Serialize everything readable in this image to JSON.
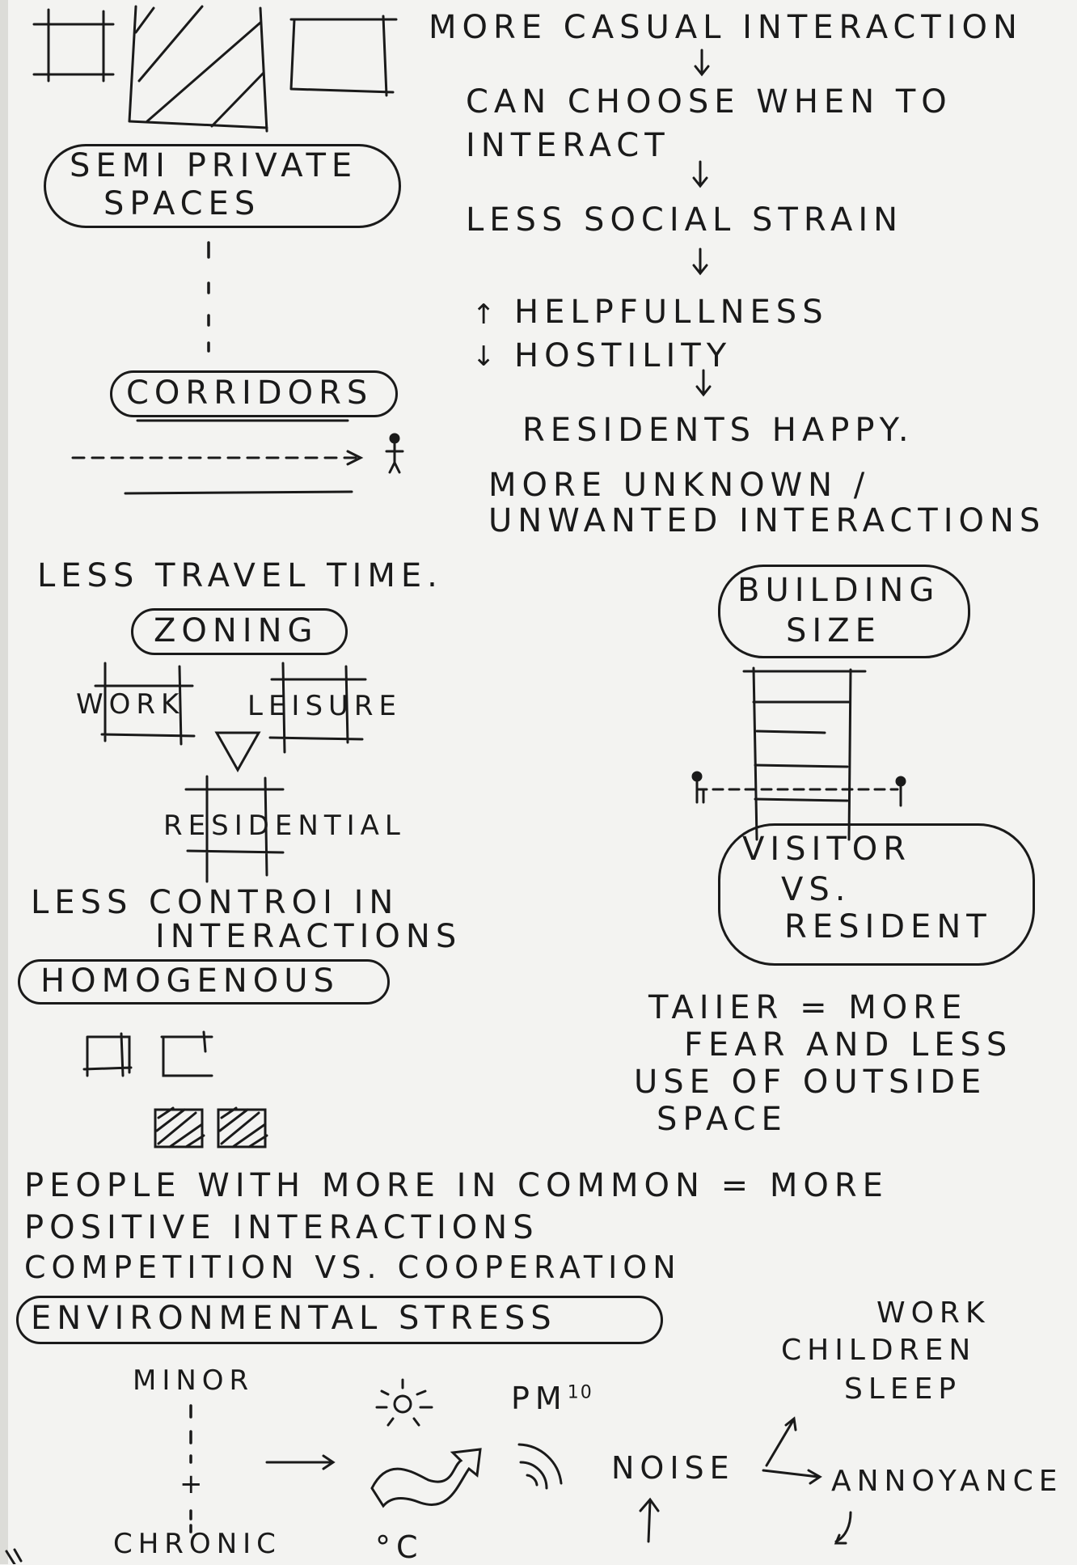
{
  "top": {
    "semi_private": [
      "SEMI PRIVATE",
      "SPACES"
    ],
    "flow": [
      "MORE CASUAL INTERACTION",
      "CAN CHOOSE WHEN TO",
      "INTERACT",
      "LESS SOCIAL STRAIN",
      "HELPFULLNESS",
      "HOSTILITY",
      "RESIDENTS HAPPY."
    ],
    "arrow_up": "↑",
    "arrow_down": "↓",
    "corridors": "CORRIDORS",
    "corridor_note": [
      "MORE UNKNOWN /",
      "UNWANTED INTERACTIONS"
    ]
  },
  "middle": {
    "travel": "LESS TRAVEL TIME.",
    "zoning": "ZONING",
    "zones": [
      "WORK",
      "LEISURE",
      "RESIDENTIAL"
    ],
    "control": [
      "LESS CONTROI IN",
      "INTERACTIONS"
    ],
    "homogenous": "HOMOGENOUS",
    "building": [
      "BUILDING",
      "SIZE"
    ],
    "visitor": [
      "VISITOR",
      "VS.",
      "RESIDENT"
    ],
    "taller": [
      "TAIIER = MORE",
      "FEAR AND LESS",
      "USE OF OUTSIDE",
      "SPACE"
    ]
  },
  "bottom": {
    "common": [
      "PEOPLE WITH MORE IN COMMON = MORE",
      "POSITIVE INTERACTIONS"
    ],
    "competition": "COMPETITION VS. COOPERATION",
    "env_stress": "ENVIRONMENTAL STRESS",
    "minor": "MINOR",
    "chronic": "CHRONIC",
    "plus": "+",
    "pm": "PM",
    "pm_sup": "10",
    "noise": "NOISE",
    "degree": "°C",
    "affects": [
      "WORK",
      "CHILDREN",
      "SLEEP"
    ],
    "annoyance": "ANNOYANCE"
  }
}
